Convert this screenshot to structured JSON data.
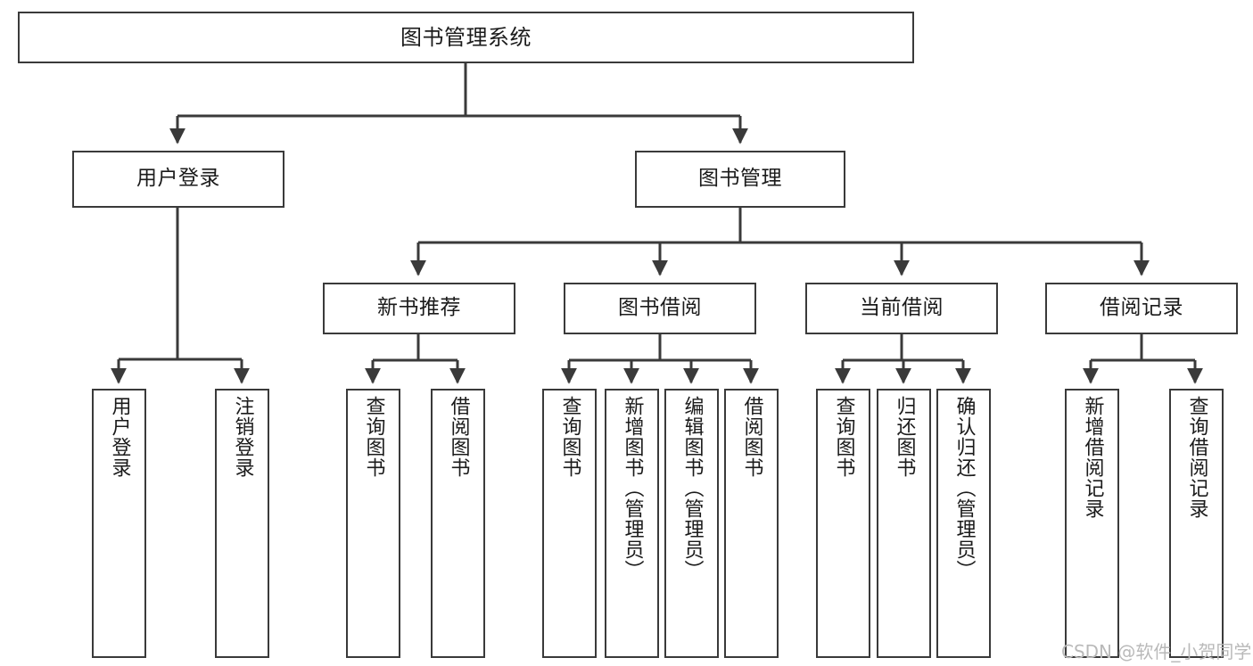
{
  "diagram": {
    "title": "图书管理系统",
    "watermark": "CSDN @软件_小贺同学",
    "colors": {
      "box_border": "#3a3a3a",
      "box_fill": "#ffffff",
      "connector": "#3a3a3a",
      "text": "#1b1b1b",
      "watermark": "#b9b9b9",
      "background": "#ffffff"
    },
    "root": {
      "label": "图书管理系统"
    },
    "level2": [
      {
        "label": "用户登录"
      },
      {
        "label": "图书管理"
      }
    ],
    "level3": [
      {
        "label": "新书推荐"
      },
      {
        "label": "图书借阅"
      },
      {
        "label": "当前借阅"
      },
      {
        "label": "借阅记录"
      }
    ],
    "leaves": {
      "user_login": [
        {
          "label": "用户登录"
        },
        {
          "label": "注销登录"
        }
      ],
      "new_book_recommend": [
        {
          "label": "查询图书"
        },
        {
          "label": "借阅图书"
        }
      ],
      "book_borrow": [
        {
          "label": "查询图书"
        },
        {
          "label": "新增图书（管理员）"
        },
        {
          "label": "编辑图书（管理员）"
        },
        {
          "label": "借阅图书"
        }
      ],
      "current_borrow": [
        {
          "label": "查询图书"
        },
        {
          "label": "归还图书"
        },
        {
          "label": "确认归还（管理员）"
        }
      ],
      "borrow_record": [
        {
          "label": "新增借阅记录"
        },
        {
          "label": "查询借阅记录"
        }
      ]
    }
  }
}
